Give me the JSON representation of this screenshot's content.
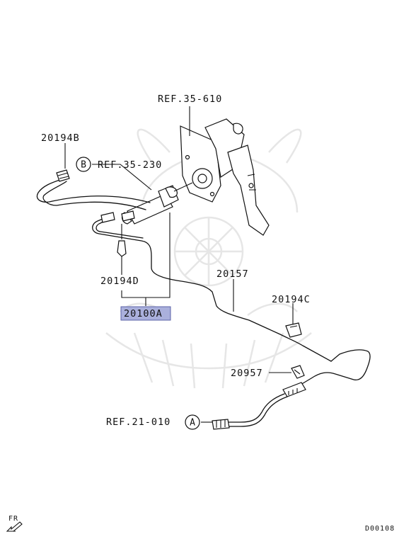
{
  "labels": {
    "ref_35_610": "REF.35-610",
    "part_20194B": "20194B",
    "circle_B": "B",
    "ref_35_230": "REF.35-230",
    "part_20194D": "20194D",
    "part_20100A": "20100A",
    "part_20157": "20157",
    "part_20194C": "20194C",
    "part_20957": "20957",
    "ref_21_010": "REF.21-010",
    "circle_A": "A",
    "direction": "FR",
    "diagram_code": "D00108"
  },
  "colors": {
    "highlight_fill": "#aab0dc",
    "highlight_stroke": "#5c63a8",
    "line": "#111111",
    "watermark": "#e6e6e6"
  },
  "icons": {
    "direction_arrow": "front-direction-arrow-icon",
    "watermark": "samurai-helmet-watermark"
  }
}
